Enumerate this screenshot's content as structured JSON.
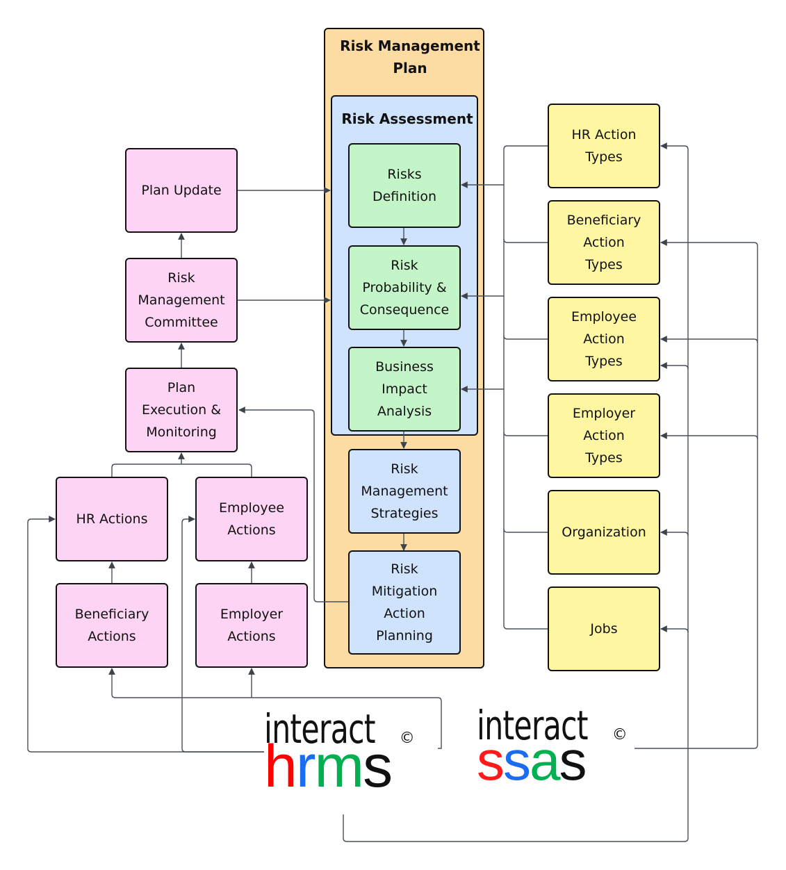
{
  "containers": {
    "plan": {
      "title": "Risk Management\nPlan"
    },
    "assessment": {
      "title": "Risk Assessment"
    }
  },
  "nodes": {
    "plan_update": "Plan Update",
    "committee": "Risk\nManagement\nCommittee",
    "execution": "Plan\nExecution &\nMonitoring",
    "hr_actions": "HR Actions",
    "employee_actions": "Employee\nActions",
    "beneficiary_actions": "Beneficiary\nActions",
    "employer_actions": "Employer\nActions",
    "risks_definition": "Risks\nDefinition",
    "probability": "Risk\nProbability &\nConsequence",
    "bia": "Business\nImpact\nAnalysis",
    "strategies": "Risk\nManagement\nStrategies",
    "mitigation": "Risk\nMitigation\nAction\nPlanning",
    "hr_action_types": "HR Action\nTypes",
    "beneficiary_action_types": "Beneficiary\nAction\nTypes",
    "employee_action_types": "Employee\nAction\nTypes",
    "employer_action_types": "Employer\nAction\nTypes",
    "organization": "Organization",
    "jobs": "Jobs"
  },
  "logos": {
    "hrms": {
      "brand": "interact",
      "copyright": "©",
      "letters": [
        {
          "ch": "h",
          "color": "#ff0000"
        },
        {
          "ch": "r",
          "color": "#1a6cf0"
        },
        {
          "ch": "m",
          "color": "#00b050"
        },
        {
          "ch": "s",
          "color": "#111111"
        }
      ]
    },
    "ssas": {
      "brand": "interact",
      "copyright": "©",
      "letters": [
        {
          "ch": "s",
          "color": "#ff1a1a"
        },
        {
          "ch": "s",
          "color": "#1a6cf0"
        },
        {
          "ch": "a",
          "color": "#00b050"
        },
        {
          "ch": "s",
          "color": "#111111"
        }
      ]
    }
  },
  "colors": {
    "pink": "#fdd4f4",
    "green": "#c4f5c8",
    "blue": "#cfe3fc",
    "yellow": "#fef6a0",
    "orange": "#fddca4",
    "connector": "#4a5059"
  }
}
